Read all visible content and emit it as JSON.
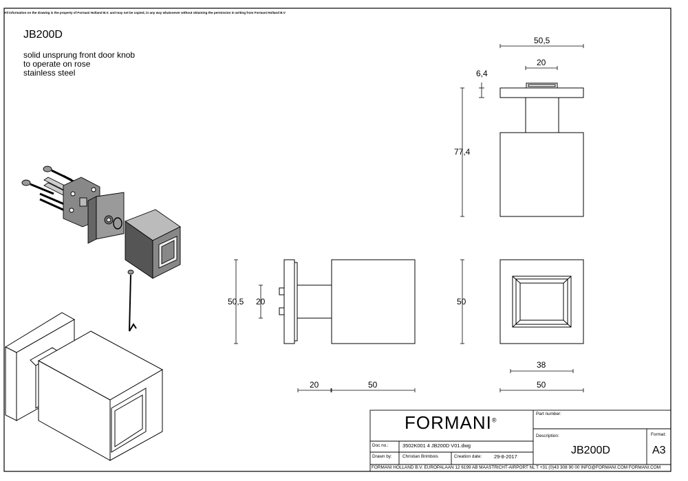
{
  "notice": "All information on the drawing is the property of Formani Holland B.V. and may not be copied, in any way whatsoever without obtaining the permission in writing from Formani Holland B.V",
  "product": {
    "code": "JB200D",
    "description": [
      "solid unsprung front door knob",
      "to operate on rose",
      "stainless steel"
    ]
  },
  "dimensions": {
    "top_width": "50,5",
    "top_spindle": "20",
    "top_rose_thickness": "6,4",
    "top_height": "77,4",
    "side_rose_height": "50,5",
    "side_spindle": "20",
    "front_height": "50",
    "front_inner": "38",
    "front_width": "50",
    "side_neck": "20",
    "side_knob": "50"
  },
  "title_block": {
    "logo": "FORMANI",
    "logo_mark": "®",
    "part_number_label": "Part number:",
    "description_label": "Description:",
    "description_value": "JB200D",
    "format_label": "Format:",
    "format_value": "A3",
    "doc_no_label": "Doc no.:",
    "doc_no_value": "3502K001 4 JB200D V01.dwg",
    "drawn_by_label": "Drawn by:",
    "drawn_by_value": "Christian Brimbois",
    "creation_date_label": "Creation date:",
    "creation_date_value": "29-8-2017",
    "footer": "FORMANI HOLLAND B.V.  EUROPALAAN 12  6199 AB MAASTRICHT-AIRPORT NL  T +31 (0)43 308 90 00 INFO@FORMANI.COM FORMANI.COM"
  }
}
